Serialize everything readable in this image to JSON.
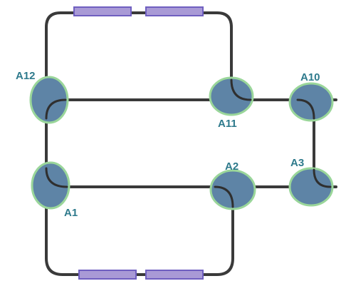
{
  "switches": [
    {
      "id": "a12",
      "label": "A12"
    },
    {
      "id": "a11",
      "label": "A11"
    },
    {
      "id": "a10",
      "label": "A10"
    },
    {
      "id": "a3",
      "label": "A3"
    },
    {
      "id": "a2",
      "label": "A2"
    },
    {
      "id": "a1",
      "label": "A1"
    }
  ],
  "colors": {
    "track": "#3a3a3a",
    "switch_fill": "#5e84a6",
    "switch_outline": "#9ad69a",
    "platform_fill": "#a99ad6",
    "label": "#2e7a8c"
  }
}
